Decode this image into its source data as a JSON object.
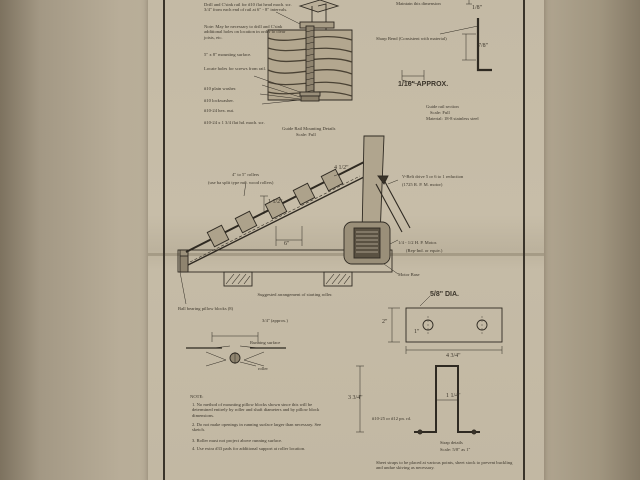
{
  "rail_detail": {
    "callouts": [
      "Drill and C'sink rail for #10 flat head mach. scr. 3/4\" from each end of rail at 6\" - 8\" intervals.",
      "Note: May be necessary to drill and C'sink additional holes on location in order to clear joists, etc.",
      "5\" x 8\" mounting surface.",
      "Locate holes for screws from rail.",
      "#10 plain washer.",
      "#10 lockwasher.",
      "#10-24 hex. nut.",
      "#10-24 x 1 3/4 flat hd. mach. scr."
    ],
    "caption_title": "Guide Rail Mounting Details",
    "caption_scale": "Scale: Full"
  },
  "rail_section": {
    "note": "Maintain this dimension",
    "dim_top": "1/8\"",
    "sharp_bend": "Sharp Bend (Consistent with material)",
    "dim_side": "7/8\"",
    "approx": "1/16\" APPROX.",
    "caption_title": "Guide rail section",
    "caption_scale": "Scale: Full",
    "caption_material": "Material: 18-8 stainless steel"
  },
  "conveyor": {
    "rollers_label": "4\" to 5\" rollers",
    "rollers_sub": "(use ba split type mtl. wood rollers)",
    "dim_spacing": "4 1/2\"",
    "dim_height": "1 1/2\"",
    "dim_width": "6\"",
    "vbelt": "V-Belt drive 5 or 6 to 1 reduction",
    "vbelt_sub": "(1725 R. P. M. motor)",
    "motor": "1/4 - 1/2 H. P. Motor.",
    "motor_sub": "(Rep-Ind. or equiv.)",
    "motor_base": "Motor Base",
    "arrangement": "Suggested arrangement of starting roller.",
    "bearing": "Ball bearing pillow blocks (8)"
  },
  "running_surface": {
    "dim": "3/4\" (approx.)",
    "label": "Running surface",
    "roller": "roller"
  },
  "strap": {
    "dia": "5/8\" DIA.",
    "dim_height": "2\"",
    "dim_inner": "1\"",
    "dim_width": "4 3/4\"",
    "dim_leg": "3 3/4\"",
    "dim_foot": "1 1/4\"",
    "screw": "#10-25 or #12 pn. rd.",
    "caption_title": "Strap details",
    "caption_size": "Scale: 5/8\" as 1\""
  },
  "notes": {
    "heading": "NOTE:",
    "items": [
      "1.  No method of mounting pillow blocks shown since this will be determined entirely by roller and shaft diameters and by pillow block dimensions.",
      "2.  Do not make openings in running surface larger than necessary.   See sketch.",
      "3.  Roller must not project above running surface.",
      "4.  Use extra #33 pads for additional support at roller location."
    ],
    "bottom_right": "Sheet straps to be placed at various points, sheet stock to prevent buckling and undue skiving as necessary."
  }
}
